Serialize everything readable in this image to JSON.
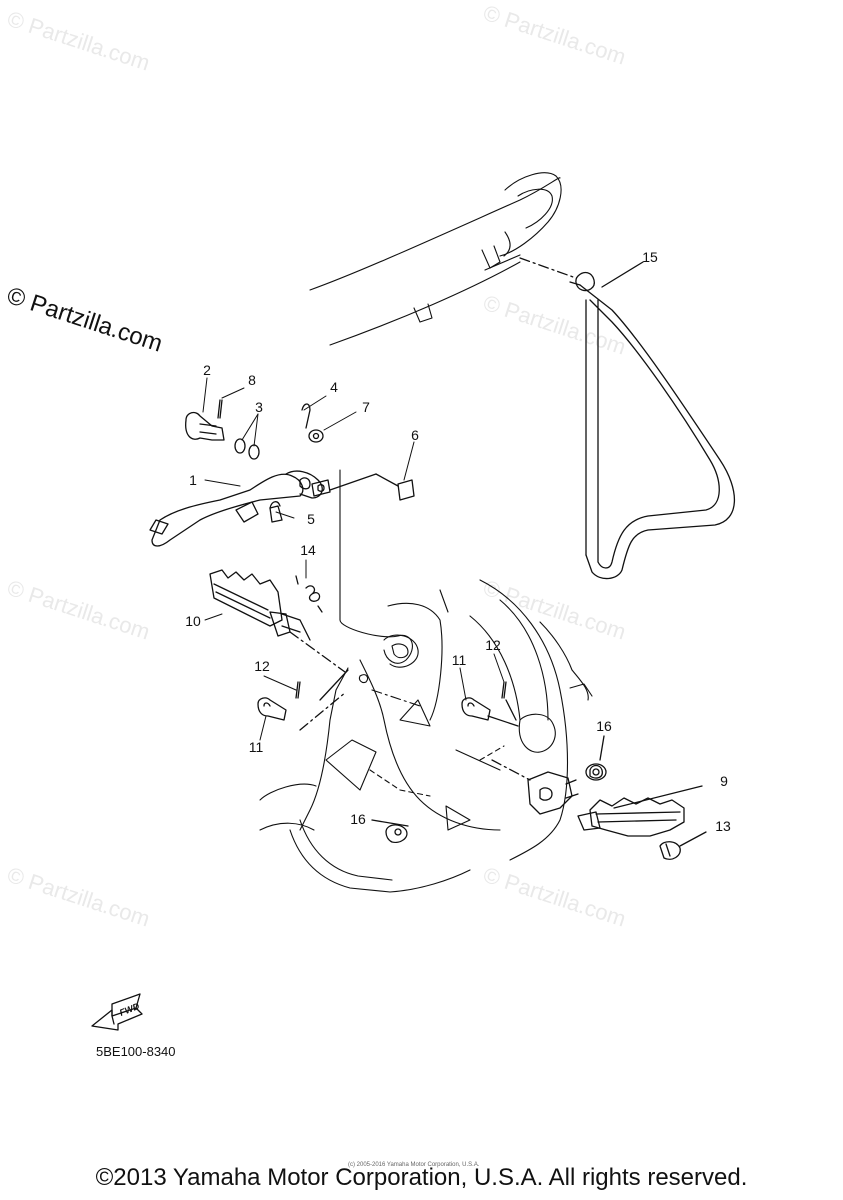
{
  "watermark": {
    "main_text": "© Partzilla.com",
    "faint_text": "© Partzilla.com"
  },
  "callouts": [
    {
      "id": "c2",
      "label": "2"
    },
    {
      "id": "c8",
      "label": "8"
    },
    {
      "id": "c3",
      "label": "3"
    },
    {
      "id": "c4",
      "label": "4"
    },
    {
      "id": "c7",
      "label": "7"
    },
    {
      "id": "c6",
      "label": "6"
    },
    {
      "id": "c1",
      "label": "1"
    },
    {
      "id": "c5",
      "label": "5"
    },
    {
      "id": "c14",
      "label": "14"
    },
    {
      "id": "c10",
      "label": "10"
    },
    {
      "id": "c12a",
      "label": "12"
    },
    {
      "id": "c11a",
      "label": "11"
    },
    {
      "id": "c11b",
      "label": "11"
    },
    {
      "id": "c12b",
      "label": "12"
    },
    {
      "id": "c15",
      "label": "15"
    },
    {
      "id": "c16a",
      "label": "16"
    },
    {
      "id": "c9",
      "label": "9"
    },
    {
      "id": "c13",
      "label": "13"
    },
    {
      "id": "c16b",
      "label": "16"
    }
  ],
  "fwd_label": "FWD",
  "diagram_code": "5BE100-8340",
  "small_copyright": "(c) 2005-2016 Yamaha Motor Corporation, U.S.A.",
  "footer_copyright": "©2013 Yamaha Motor Corporation, U.S.A. All rights reserved."
}
